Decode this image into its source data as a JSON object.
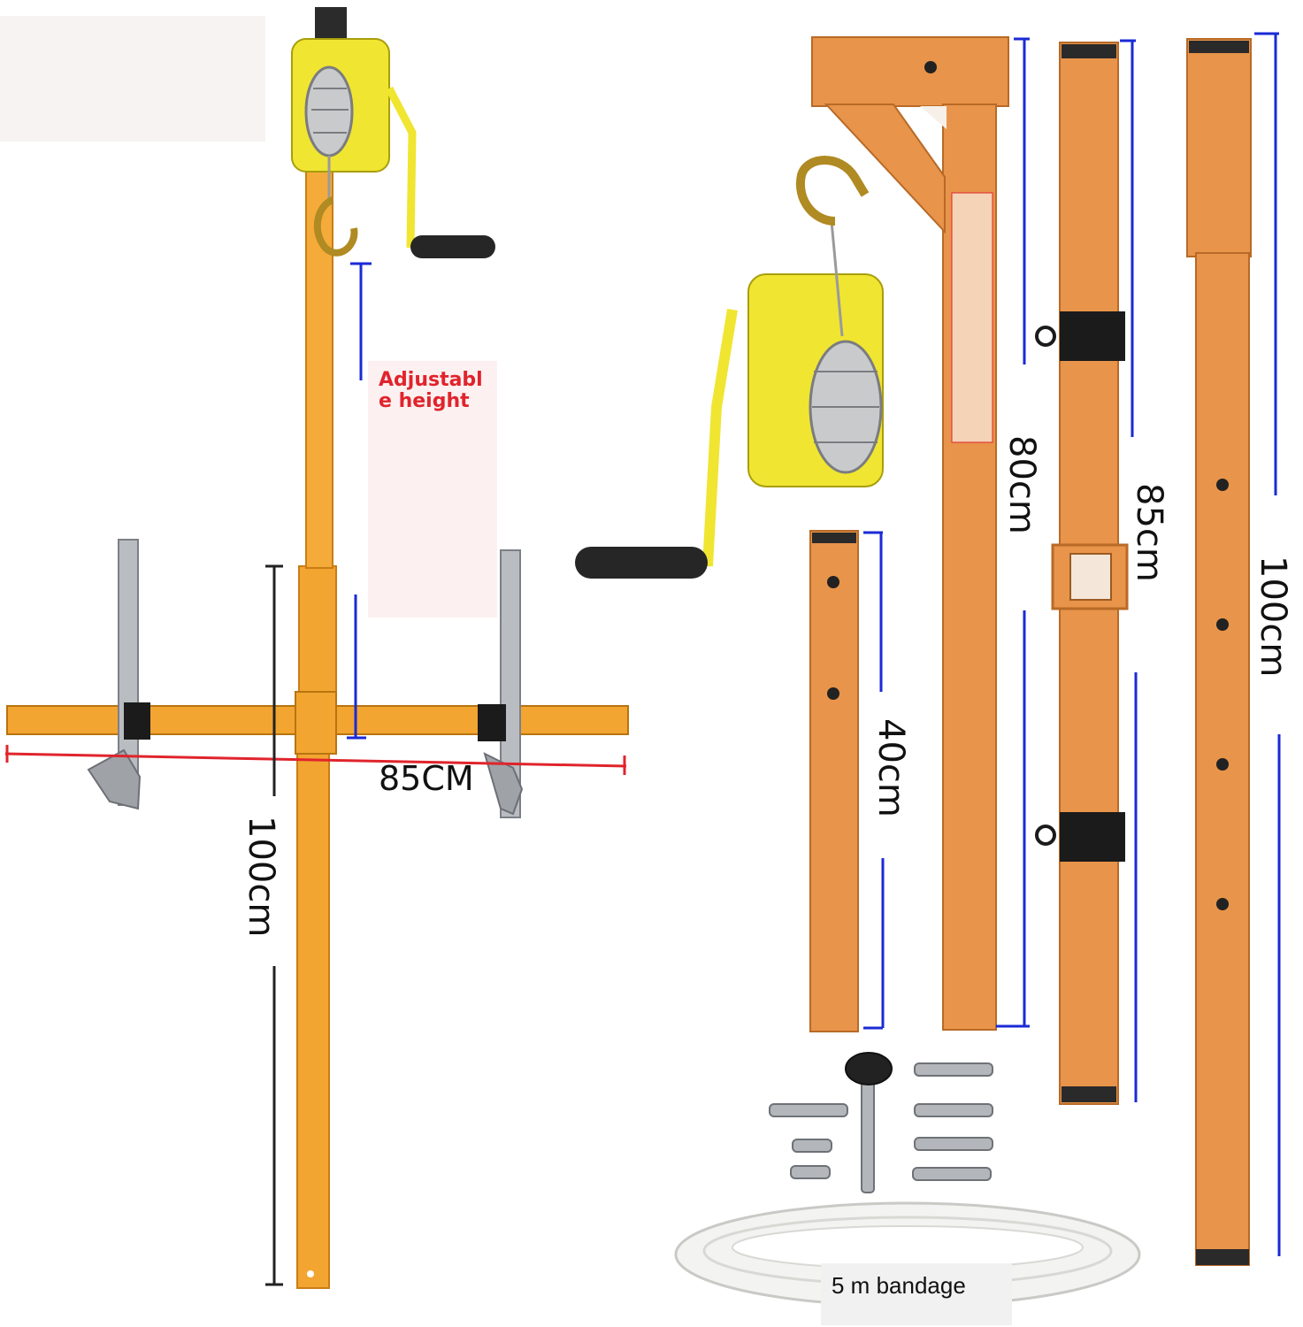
{
  "labels": {
    "adjustable_height": "Adjustabl e height",
    "crossbar_width": "85CM",
    "main_post_height": "100cm",
    "arm_length": "80cm",
    "middle_post_length": "85cm",
    "upper_post_length": "100cm",
    "base_post_length": "40cm",
    "bandage": "5 m bandage"
  },
  "colors": {
    "crane_orange": "#f2a531",
    "tube_orange": "#e8944a",
    "winch_yellow": "#f0e531",
    "dimension_blue": "#1a2ad6",
    "dimension_red": "#e0242c"
  }
}
